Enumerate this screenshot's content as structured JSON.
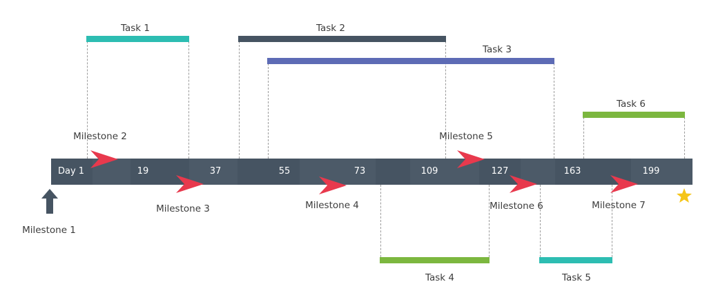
{
  "axis": {
    "color": "#465462",
    "ticks": [
      "Day 1",
      "19",
      "37",
      "55",
      "73",
      "109",
      "127",
      "163",
      "199"
    ]
  },
  "tasks": [
    {
      "label": "Task 1",
      "color": "#2dbdb2"
    },
    {
      "label": "Task 2",
      "color": "#465462"
    },
    {
      "label": "Task 3",
      "color": "#5d6bb5"
    },
    {
      "label": "Task 4",
      "color": "#7cb73f"
    },
    {
      "label": "Task 5",
      "color": "#2dbdb2"
    },
    {
      "label": "Task 6",
      "color": "#7cb73f"
    }
  ],
  "milestones": [
    {
      "label": "Milestone 1",
      "marker": "arrow-up-icon",
      "color": "#465462"
    },
    {
      "label": "Milestone 2",
      "marker": "chevron-right-icon",
      "color": "#e8394d"
    },
    {
      "label": "Milestone 3",
      "marker": "chevron-right-icon",
      "color": "#e8394d"
    },
    {
      "label": "Milestone 4",
      "marker": "chevron-right-icon",
      "color": "#e8394d"
    },
    {
      "label": "Milestone 5",
      "marker": "chevron-right-icon",
      "color": "#e8394d"
    },
    {
      "label": "Milestone 6",
      "marker": "chevron-right-icon",
      "color": "#e8394d"
    },
    {
      "label": "Milestone 7",
      "marker": "chevron-right-icon",
      "color": "#e8394d"
    }
  ],
  "end_marker": {
    "icon": "star-icon",
    "color": "#f5c518"
  }
}
